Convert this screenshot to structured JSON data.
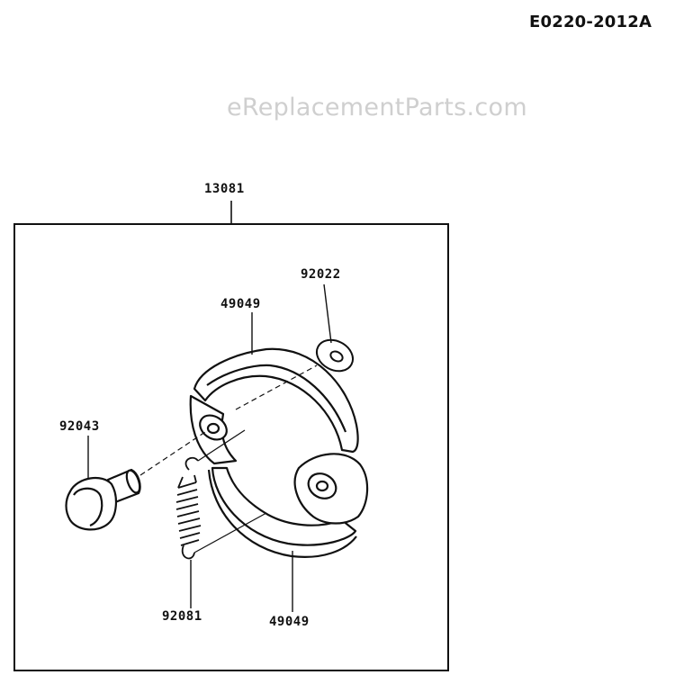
{
  "diagram_code": "E0220-2012A",
  "watermark": "eReplacementParts.com",
  "parts": {
    "clutch_assembly": "13081",
    "washer": "92022",
    "shoe_top": "49049",
    "bolt": "92043",
    "spring": "92081",
    "shoe_bottom": "49049"
  }
}
